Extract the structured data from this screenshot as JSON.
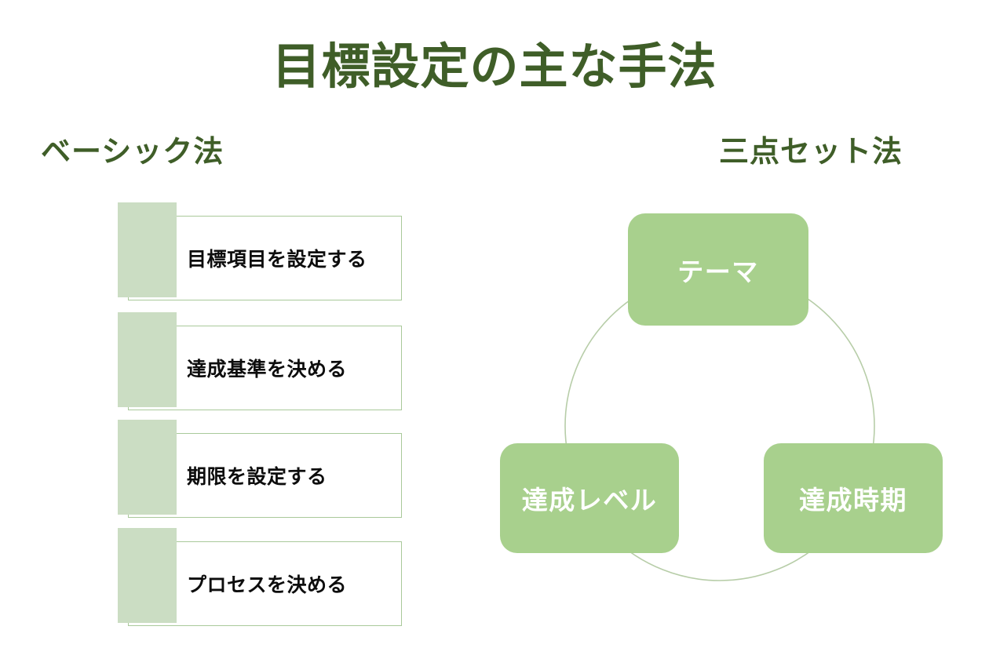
{
  "slide": {
    "title": "目標設定の主な手法",
    "colors": {
      "title_green": "#3f5e28",
      "node_green": "#a8d08d",
      "chip_green": "#cbddc3",
      "border_green": "#a9c99a",
      "ring_green": "#b7cda8",
      "body_text": "#0d0d0d",
      "background": "#ffffff"
    }
  },
  "basic_method": {
    "heading": "ベーシック法",
    "steps": [
      {
        "label": "目標項目を設定する"
      },
      {
        "label": "達成基準を決める"
      },
      {
        "label": "期限を設定する"
      },
      {
        "label": "プロセスを決める"
      }
    ]
  },
  "three_point_set": {
    "heading": "三点セット法",
    "nodes": [
      {
        "label": "テーマ"
      },
      {
        "label": "達成レベル"
      },
      {
        "label": "達成時期"
      }
    ]
  }
}
